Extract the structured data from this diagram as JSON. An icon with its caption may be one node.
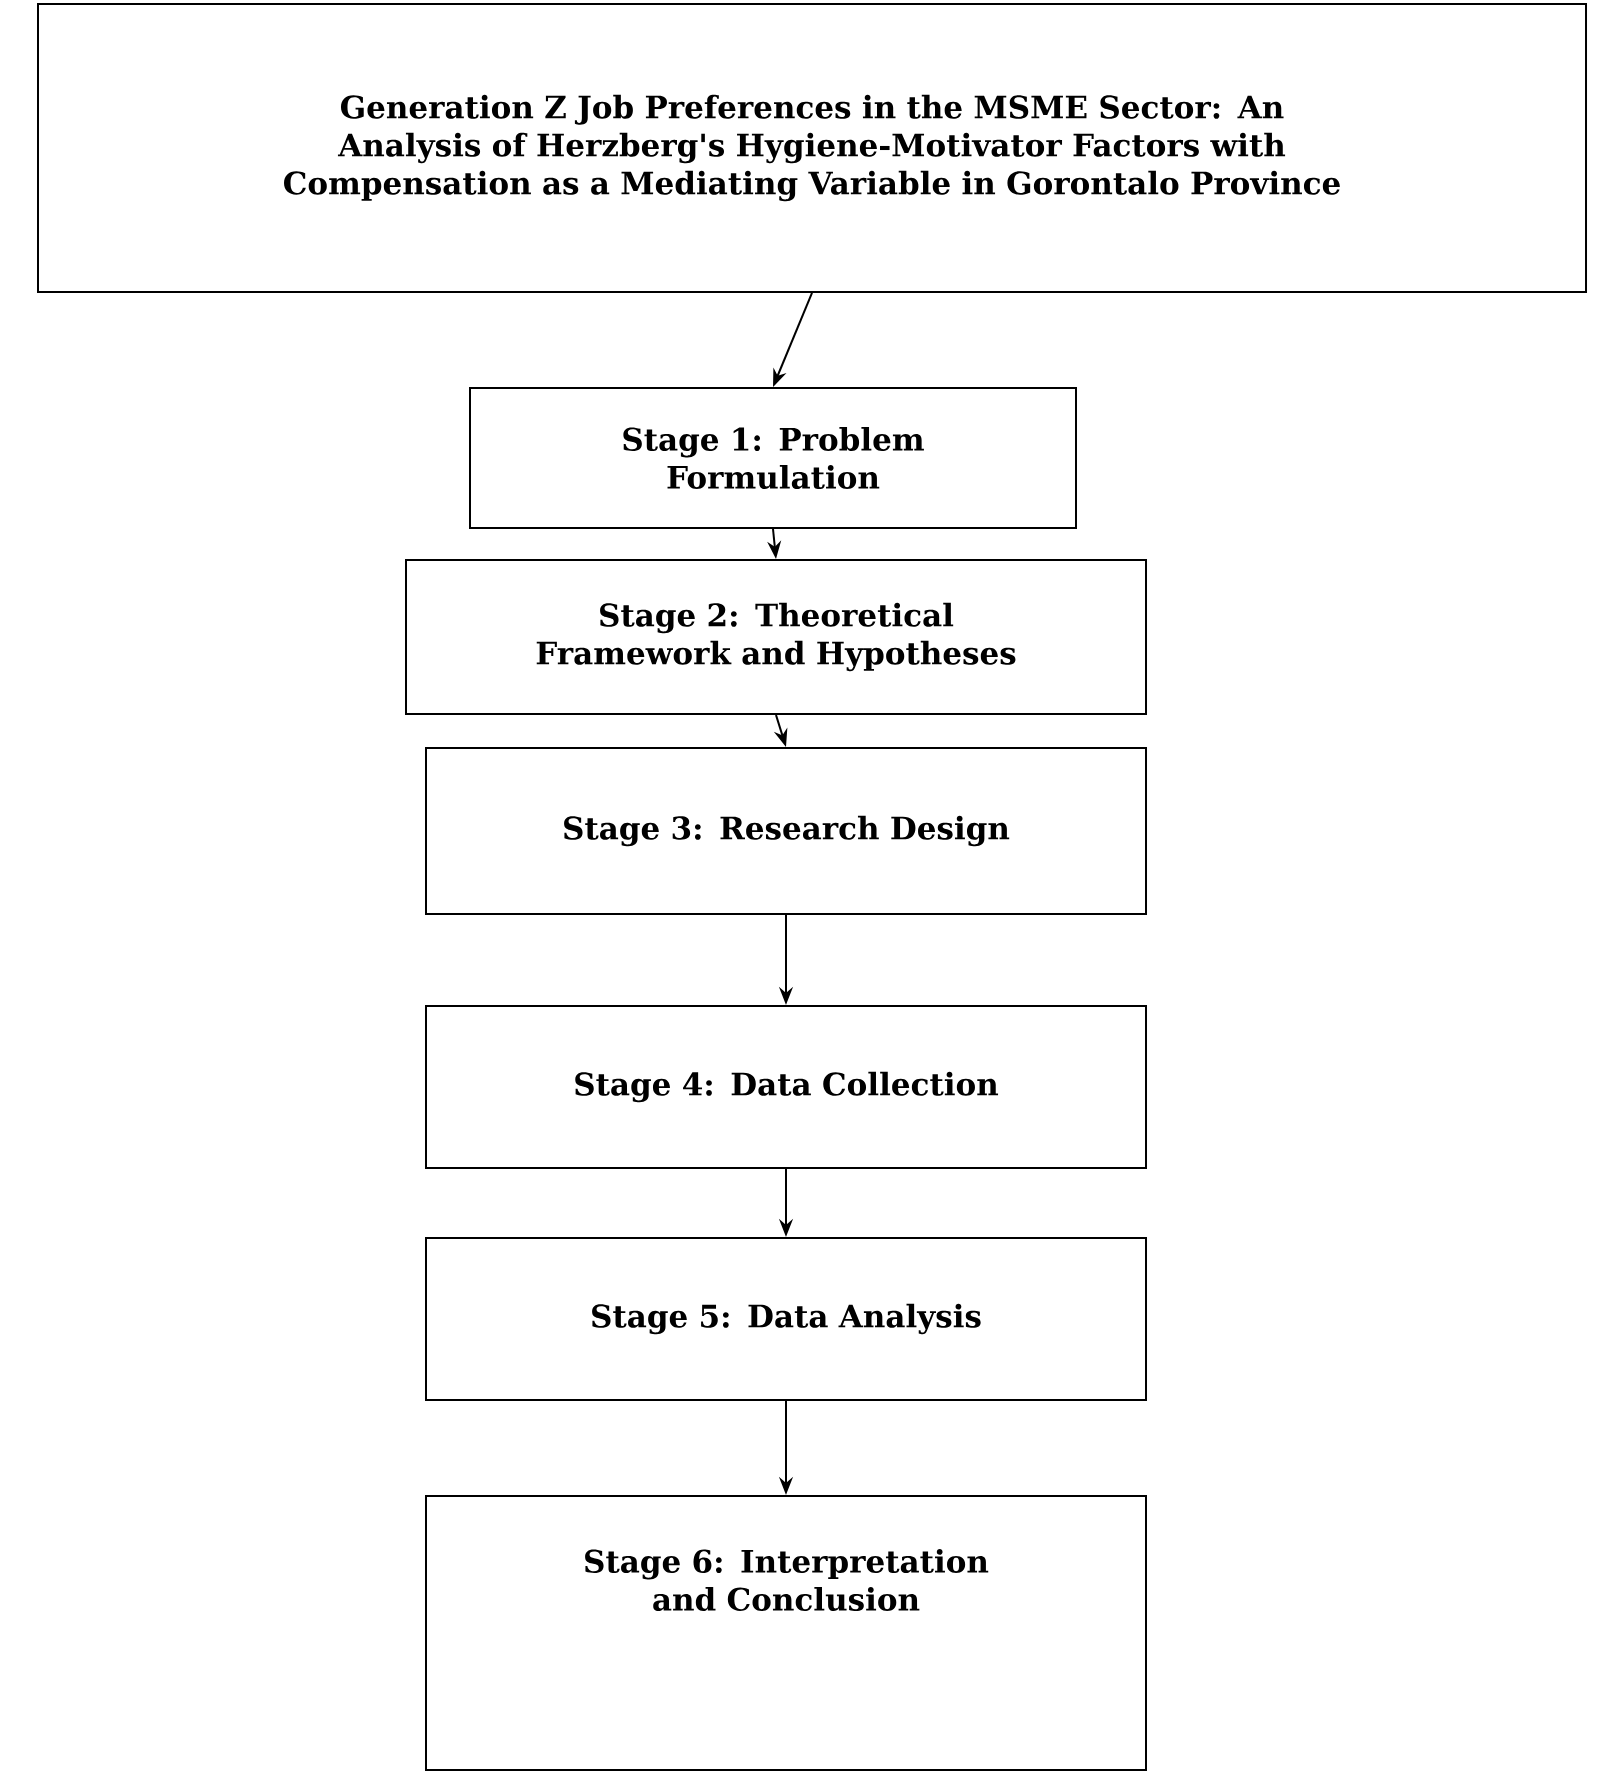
{
  "diagram": {
    "nodes": [
      {
        "text": [
          "Generation Z Job Preferences in the MSME Sector: An Analysis of Herzberg's Hygiene-Motivator Factors with Compensation as a Mediating Variable in Gorontalo Province"
        ]
      },
      {
        "text": [
          "Stage 1: Problem Formulation"
        ]
      },
      {
        "text": [
          "Stage 2: Theoretical Framework and Hypotheses"
        ]
      },
      {
        "text": [
          "Stage 3: Research Design"
        ]
      },
      {
        "text": [
          "Stage 4: Data Collection"
        ]
      },
      {
        "text": [
          "Stage 5: Data Analysis"
        ]
      },
      {
        "text": [
          "Stage 6: Interpretation and Conclusion"
        ]
      }
    ],
    "edges": [
      {
        "from": 0,
        "to": 1,
        "arrow": "to"
      },
      {
        "from": 1,
        "to": 2,
        "arrow": "to"
      },
      {
        "from": 2,
        "to": 3,
        "arrow": "to"
      },
      {
        "from": 3,
        "to": 4,
        "arrow": "to"
      },
      {
        "from": 4,
        "to": 5,
        "arrow": "to"
      },
      {
        "from": 5,
        "to": 6,
        "arrow": "to"
      }
    ]
  }
}
